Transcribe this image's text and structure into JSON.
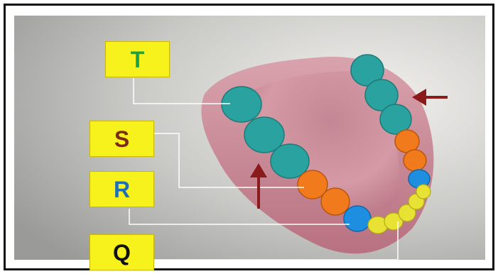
{
  "labels": [
    {
      "text": "T",
      "target": "molar",
      "color": "#1aa14a"
    },
    {
      "text": "S",
      "target": "premolar",
      "color": "#7a2b12"
    },
    {
      "text": "R",
      "target": "canine",
      "color": "#1f6fb5"
    },
    {
      "text": "Q",
      "target": "incisor",
      "color": "#111111"
    }
  ],
  "colors": {
    "label_background": "#f7f21c",
    "molar": "#2aa3a0",
    "premolar": "#f07a1c",
    "canine": "#1e8fe0",
    "incisor": "#e8e235",
    "arrow": "#8b1a1a",
    "gum": "#d69aa6",
    "leader_line": "#ffffff"
  }
}
